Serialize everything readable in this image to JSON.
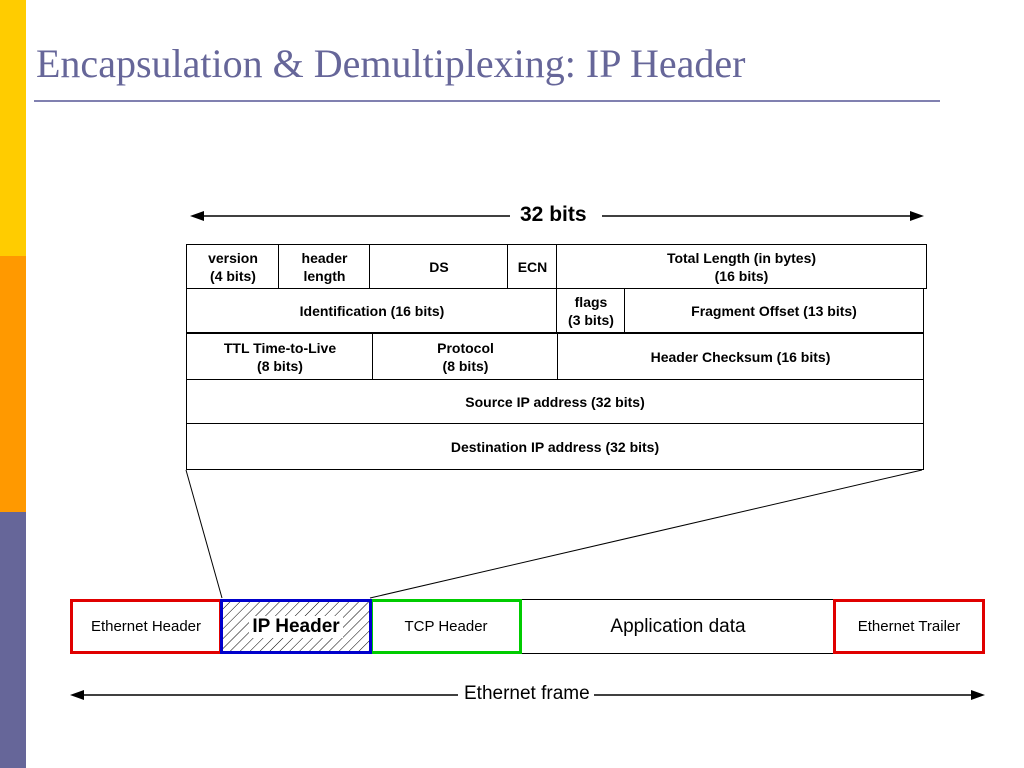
{
  "slide": {
    "title": "Encapsulation & Demultiplexing: IP Header"
  },
  "colors": {
    "sidebar": [
      "#FFCC00",
      "#FF9900",
      "#666699"
    ],
    "title": "#666699",
    "ethernet_border": "#E00000",
    "ip_border": "#0000CC",
    "tcp_border": "#00CC00"
  },
  "header_diagram": {
    "width_label": "32 bits",
    "rows": [
      [
        {
          "name": "version",
          "label": "version\n(4 bits)"
        },
        {
          "name": "header-length",
          "label": "header\nlength"
        },
        {
          "name": "ds",
          "label": "DS"
        },
        {
          "name": "ecn",
          "label": "ECN"
        },
        {
          "name": "total-length",
          "label": "Total Length (in bytes)\n(16 bits)"
        }
      ],
      [
        {
          "name": "identification",
          "label": "Identification (16 bits)"
        },
        {
          "name": "flags",
          "label": "flags\n(3 bits)"
        },
        {
          "name": "fragment-offset",
          "label": "Fragment Offset (13 bits)"
        }
      ],
      [
        {
          "name": "ttl",
          "label": "TTL Time-to-Live\n(8 bits)"
        },
        {
          "name": "protocol",
          "label": "Protocol\n(8 bits)"
        },
        {
          "name": "header-checksum",
          "label": "Header Checksum (16 bits)"
        }
      ],
      [
        {
          "name": "source-ip",
          "label": "Source IP address (32 bits)"
        }
      ],
      [
        {
          "name": "destination-ip",
          "label": "Destination IP address (32 bits)"
        }
      ]
    ]
  },
  "ethernet_frame": {
    "cells": {
      "ethernet_header": "Ethernet Header",
      "ip_header": "IP Header",
      "tcp_header": "TCP Header",
      "application_data": "Application data",
      "ethernet_trailer": "Ethernet Trailer"
    },
    "frame_label": "Ethernet frame"
  }
}
